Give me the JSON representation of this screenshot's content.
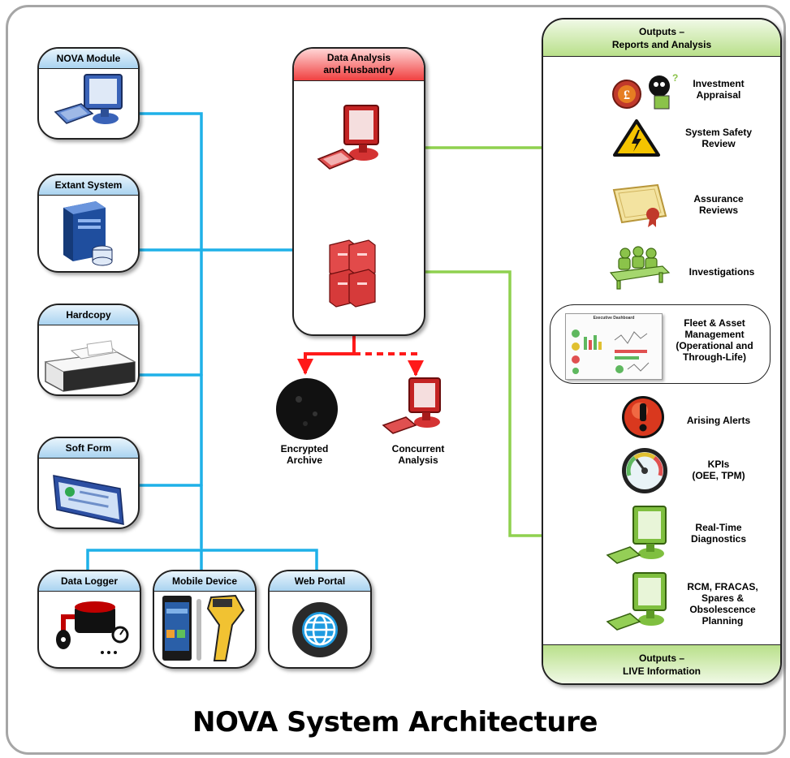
{
  "title": "NOVA System Architecture",
  "inputs": {
    "nova_module": "NOVA Module",
    "extant_system": "Extant System",
    "hardcopy": "Hardcopy",
    "soft_form": "Soft Form",
    "data_logger": "Data Logger",
    "mobile_device": "Mobile Device",
    "web_portal": "Web Portal"
  },
  "hub": {
    "title": "Data Analysis\nand Husbandry",
    "encrypted_archive": "Encrypted\nArchive",
    "concurrent_analysis": "Concurrent\nAnalysis"
  },
  "outputs": {
    "reports_header": "Outputs –\nReports and Analysis",
    "live_header": "Outputs –\nLIVE Information",
    "investment_appraisal": "Investment\nAppraisal",
    "system_safety_review": "System Safety\nReview",
    "assurance_reviews": "Assurance\nReviews",
    "investigations": "Investigations",
    "fleet_asset_management": "Fleet & Asset\nManagement\n(Operational and\nThrough-Life)",
    "arising_alerts": "Arising Alerts",
    "kpis": "KPIs\n(OEE, TPM)",
    "real_time_diagnostics": "Real-Time\nDiagnostics",
    "rcm_fracas": "RCM, FRACAS,\nSpares &\nObsolescence\nPlanning",
    "dashboard_title": "Executive Dashboard"
  },
  "colors": {
    "blue_line": "#1fb1e8",
    "green_line": "#8fd14f",
    "red_line": "#ff1a1a",
    "header_blue": "#a9d3f0",
    "header_red": "#f04040",
    "header_green": "#b9e08a"
  }
}
